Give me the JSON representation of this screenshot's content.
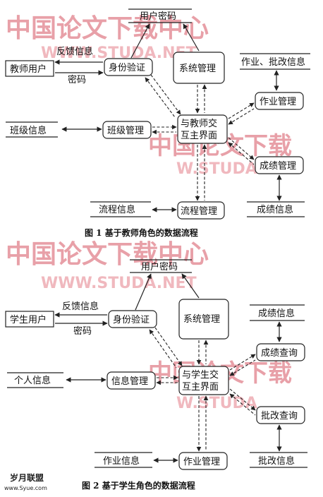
{
  "watermark": {
    "cn": "中国论文下载中心",
    "cn_short": "中国论文下载",
    "url": "WWW.STUDA.NET",
    "url_short": "W.STUDA"
  },
  "fig1": {
    "caption": "图 1   基于教师角色的数据流程",
    "user_pwd": "用户密码",
    "teacher_user": "教师用户",
    "feedback": "反馈信息",
    "password": "密码",
    "auth": "身份验证",
    "sys_mgmt": "系统管理",
    "hw_info": "作业、批改信息",
    "hw_mgmt": "作业管理",
    "class_info": "班级信息",
    "class_mgmt": "班级管理",
    "interface": [
      "与教师交",
      "互主界面"
    ],
    "score_mgmt": "成绩管理",
    "flow_info": "流程信息",
    "flow_mgmt": "流程管理",
    "score_info": "成绩信息"
  },
  "fig2": {
    "caption": "图 2   基于学生角色的数据流程",
    "user_pwd": "用户密码",
    "student_user": "学生用户",
    "feedback": "反馈信息",
    "password": "密码",
    "auth": "身份验证",
    "sys_mgmt": "系统管理",
    "score_info": "成绩信息",
    "score_query": "成绩查询",
    "personal_info": "个人信息",
    "info_mgmt": "信息管理",
    "interface": [
      "与学生交",
      "互主界面"
    ],
    "review_query": "批改查询",
    "hw_info": "作业信息",
    "hw_mgmt": "作业管理",
    "review_info": "批改信息"
  },
  "logo": {
    "name": "岁月联盟",
    "site": "www.Syue.com"
  }
}
